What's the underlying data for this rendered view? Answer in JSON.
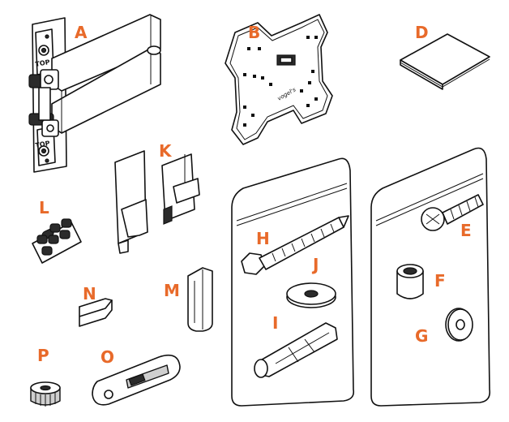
{
  "colors": {
    "label": "#e86a2a",
    "outline": "#111111",
    "fill": "#ffffff",
    "shade": "#cfcfcf"
  },
  "labels": {
    "A": "A",
    "B": "B",
    "D": "D",
    "K": "K",
    "L": "L",
    "H": "H",
    "J": "J",
    "I": "I",
    "E": "E",
    "F": "F",
    "G": "G",
    "N": "N",
    "M": "M",
    "P": "P",
    "O": "O"
  },
  "part_text": {
    "top_marking_1": "TOP",
    "top_marking_2": "TOP",
    "brand_mark": "vogel's"
  },
  "icons": [
    "wall-arm-mount",
    "vesa-plate",
    "instruction-booklet",
    "cable-clips",
    "cable-cover",
    "rubber-pad-sheet",
    "hardware-bag-left",
    "lag-bolt",
    "washer",
    "wall-plug",
    "hardware-bag-right",
    "machine-screw",
    "spacer",
    "washer-small",
    "cable-clip-small",
    "cable-holder",
    "bubble-level",
    "thumb-nut"
  ]
}
